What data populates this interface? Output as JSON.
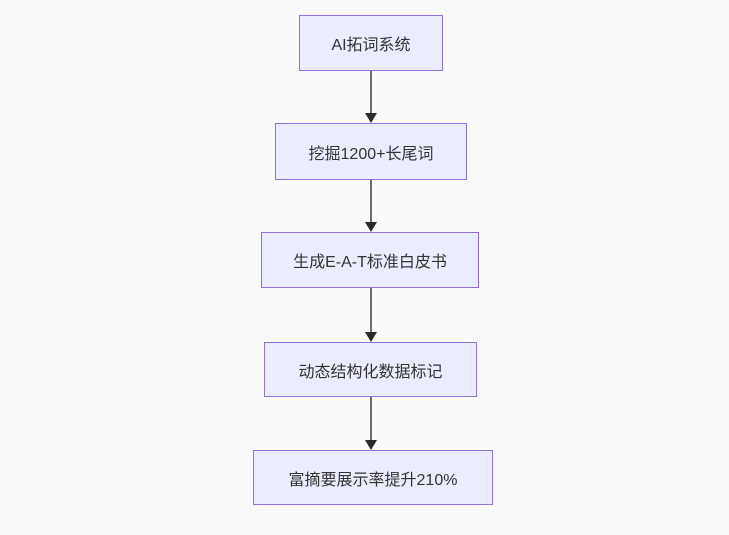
{
  "diagram": {
    "type": "flowchart",
    "direction": "top-down",
    "nodes": [
      {
        "id": "n1",
        "label": "AI拓词系统"
      },
      {
        "id": "n2",
        "label": "挖掘1200+长尾词"
      },
      {
        "id": "n3",
        "label": "生成E-A-T标准白皮书"
      },
      {
        "id": "n4",
        "label": "动态结构化数据标记"
      },
      {
        "id": "n5",
        "label": "富摘要展示率提升210%"
      }
    ],
    "edges": [
      {
        "from": "n1",
        "to": "n2",
        "label": ""
      },
      {
        "from": "n2",
        "to": "n3",
        "label": ""
      },
      {
        "from": "n3",
        "to": "n4",
        "label": ""
      },
      {
        "from": "n4",
        "to": "n5",
        "label": ""
      }
    ],
    "colors": {
      "background": "#fafafa",
      "node_fill": "#ECECFF",
      "node_border": "#9370DB",
      "node_text": "#333333",
      "edge_line": "#6e6e6e",
      "edge_arrowhead": "#2a2a2a"
    }
  }
}
